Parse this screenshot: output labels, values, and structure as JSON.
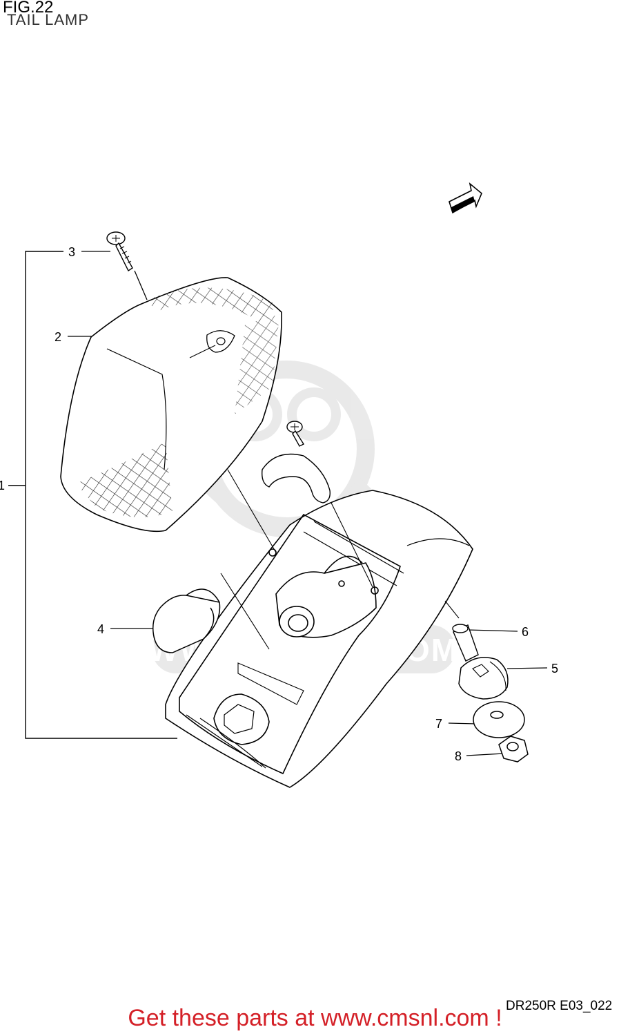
{
  "figure": {
    "number_label": "FIG.22",
    "title": "TAIL LAMP"
  },
  "diagram_code": "DR250R E03_022",
  "promo_text": "Get these parts at www.cmsnl.com !",
  "watermark_text": "WWW.CMSNL.COM",
  "direction_marker": {
    "label": "FWD",
    "icon": "forward-arrow-icon"
  },
  "callouts": [
    {
      "number": "1"
    },
    {
      "number": "2"
    },
    {
      "number": "3"
    },
    {
      "number": "4"
    },
    {
      "number": "5"
    },
    {
      "number": "6"
    },
    {
      "number": "7"
    },
    {
      "number": "8"
    }
  ],
  "colors": {
    "line_art": "#000000",
    "promo_red": "#d42027",
    "watermark_gray": "#e6e6e6"
  }
}
